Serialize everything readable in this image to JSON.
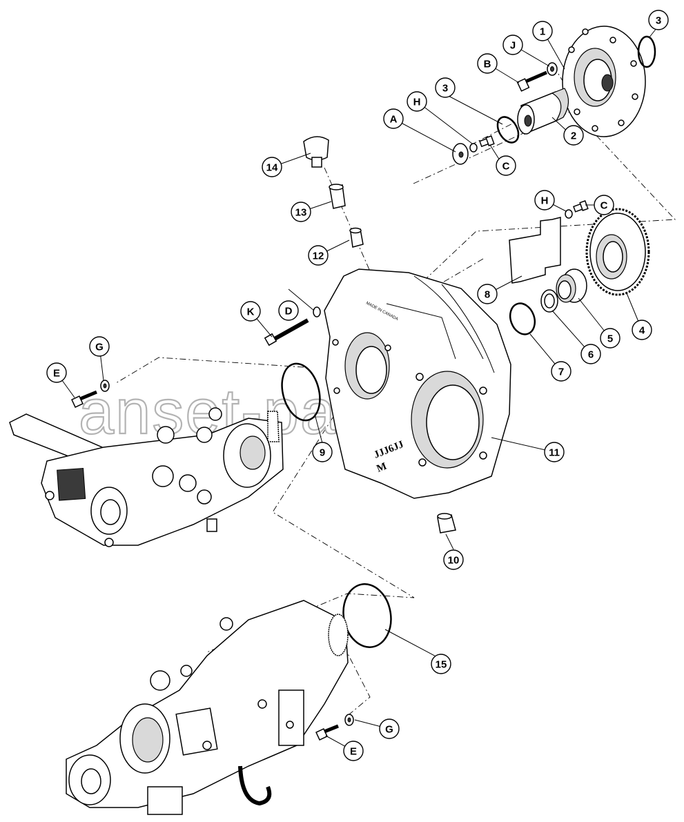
{
  "watermark": {
    "text": "anset-parts.ru"
  },
  "casting_marks": {
    "part_code": "JJJ6JJ",
    "sub_code": "M",
    "origin_text": "MADE IN CANADA"
  },
  "callouts": [
    {
      "id": "1",
      "target": "flange-plate"
    },
    {
      "id": "2",
      "target": "drive-coupling"
    },
    {
      "id": "3",
      "target": "snap-ring-upper"
    },
    {
      "id": "3",
      "target": "snap-ring-coupling"
    },
    {
      "id": "4",
      "target": "drive-gear"
    },
    {
      "id": "5",
      "target": "bearing"
    },
    {
      "id": "6",
      "target": "seal"
    },
    {
      "id": "7",
      "target": "snap-ring-bearing"
    },
    {
      "id": "8",
      "target": "shim-plate"
    },
    {
      "id": "9",
      "target": "o-ring-small"
    },
    {
      "id": "10",
      "target": "plug-nut"
    },
    {
      "id": "11",
      "target": "pump-housing"
    },
    {
      "id": "12",
      "target": "sleeve-short"
    },
    {
      "id": "13",
      "target": "sleeve-long"
    },
    {
      "id": "14",
      "target": "breather-cap"
    },
    {
      "id": "15",
      "target": "o-ring-large"
    },
    {
      "id": "A",
      "target": "washer-plate"
    },
    {
      "id": "B",
      "target": "bolt-flange"
    },
    {
      "id": "C",
      "target": "bolt-small-upper"
    },
    {
      "id": "C",
      "target": "bolt-small-shim"
    },
    {
      "id": "D",
      "target": "washer-long-bolt"
    },
    {
      "id": "E",
      "target": "bolt-pump-upper"
    },
    {
      "id": "E",
      "target": "bolt-pump-lower"
    },
    {
      "id": "G",
      "target": "washer-pump-upper"
    },
    {
      "id": "G",
      "target": "washer-pump-lower"
    },
    {
      "id": "H",
      "target": "washer-small-upper"
    },
    {
      "id": "H",
      "target": "washer-small-shim"
    },
    {
      "id": "J",
      "target": "washer-flange"
    },
    {
      "id": "K",
      "target": "long-bolt"
    }
  ]
}
